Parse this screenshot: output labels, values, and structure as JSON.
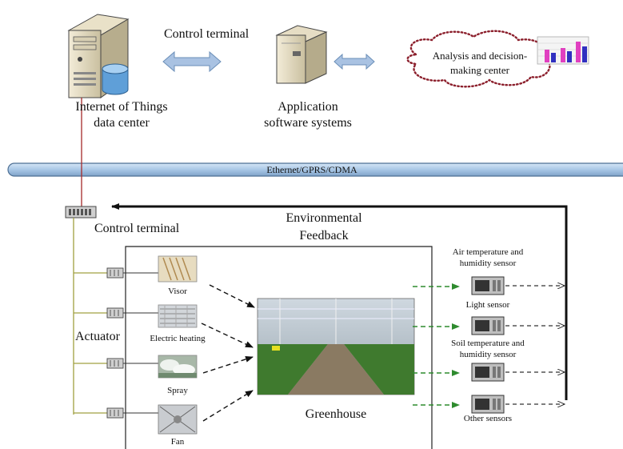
{
  "top": {
    "control_terminal_label": "Control terminal",
    "iot_label_line1": "Internet of Things",
    "iot_label_line2": "data center",
    "app_label_line1": "Application",
    "app_label_line2": "software systems",
    "analysis_line1": "Analysis and decision-",
    "analysis_line2": "making center"
  },
  "network": {
    "label": "Ethernet/GPRS/CDMA"
  },
  "control": {
    "control_terminal_label": "Control terminal",
    "feedback_line1": "Environmental",
    "feedback_line2": "Feedback",
    "actuator_label": "Actuator",
    "greenhouse_label": "Greenhouse"
  },
  "actuators": [
    {
      "label": "Visor",
      "icon": "visor-photo"
    },
    {
      "label": "Electric heating",
      "icon": "heating-photo"
    },
    {
      "label": "Spray",
      "icon": "spray-photo"
    },
    {
      "label": "Fan",
      "icon": "fan-photo"
    }
  ],
  "sensors": {
    "air_line1": "Air temperature and",
    "air_line2": "humidity sensor",
    "light": "Light sensor",
    "soil_line1": "Soil temperature and",
    "soil_line2": "humidity sensor",
    "other": "Other sensors"
  },
  "colors": {
    "bus_fill": "#a9c7e6",
    "bus_stroke": "#4d6f94",
    "arrow_fill": "#a9c2e2",
    "cloud_stroke": "#8b1e2b",
    "red_link": "#a52a2a",
    "olive_link": "#a0a040",
    "sensor_arrow": "#2e8b2e",
    "bar_pink": "#e040c0",
    "bar_blue": "#3030c0"
  }
}
